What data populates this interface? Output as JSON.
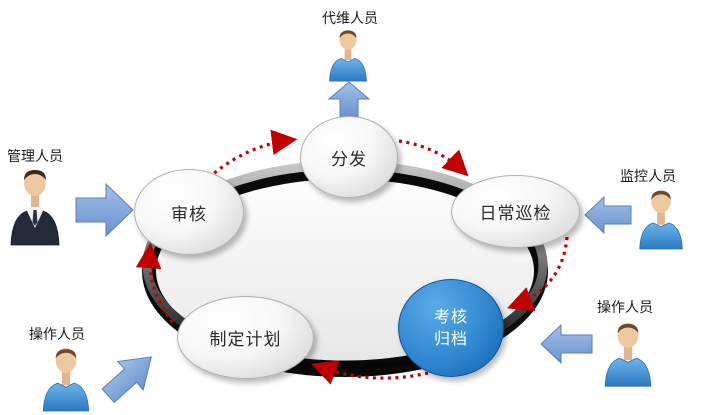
{
  "diagram": {
    "type": "process-cycle",
    "cycle_order": [
      "审核",
      "分发",
      "日常巡检",
      "考核归档",
      "制定计划"
    ],
    "nodes": {
      "review": "审核",
      "distribute": "分发",
      "daily_inspection": "日常巡检",
      "assessment_archive": "考核\n归档",
      "make_plan": "制定计划"
    },
    "actors": {
      "maintenance": "代维人员",
      "management": "管理人员",
      "monitoring": "监控人员",
      "operation_right": "操作人员",
      "operation_left": "操作人员"
    },
    "icons": {
      "management": "businessman-icon",
      "maintenance": "person-icon",
      "monitoring": "person-icon",
      "operation_right": "person-icon",
      "operation_left": "person-icon"
    },
    "colors": {
      "highlight_node_blue": "#1a78c8",
      "block_arrow_blue": "#7da6d9",
      "flow_arrow_red": "#c00000",
      "ring_dark": "#0a0a0a"
    }
  }
}
